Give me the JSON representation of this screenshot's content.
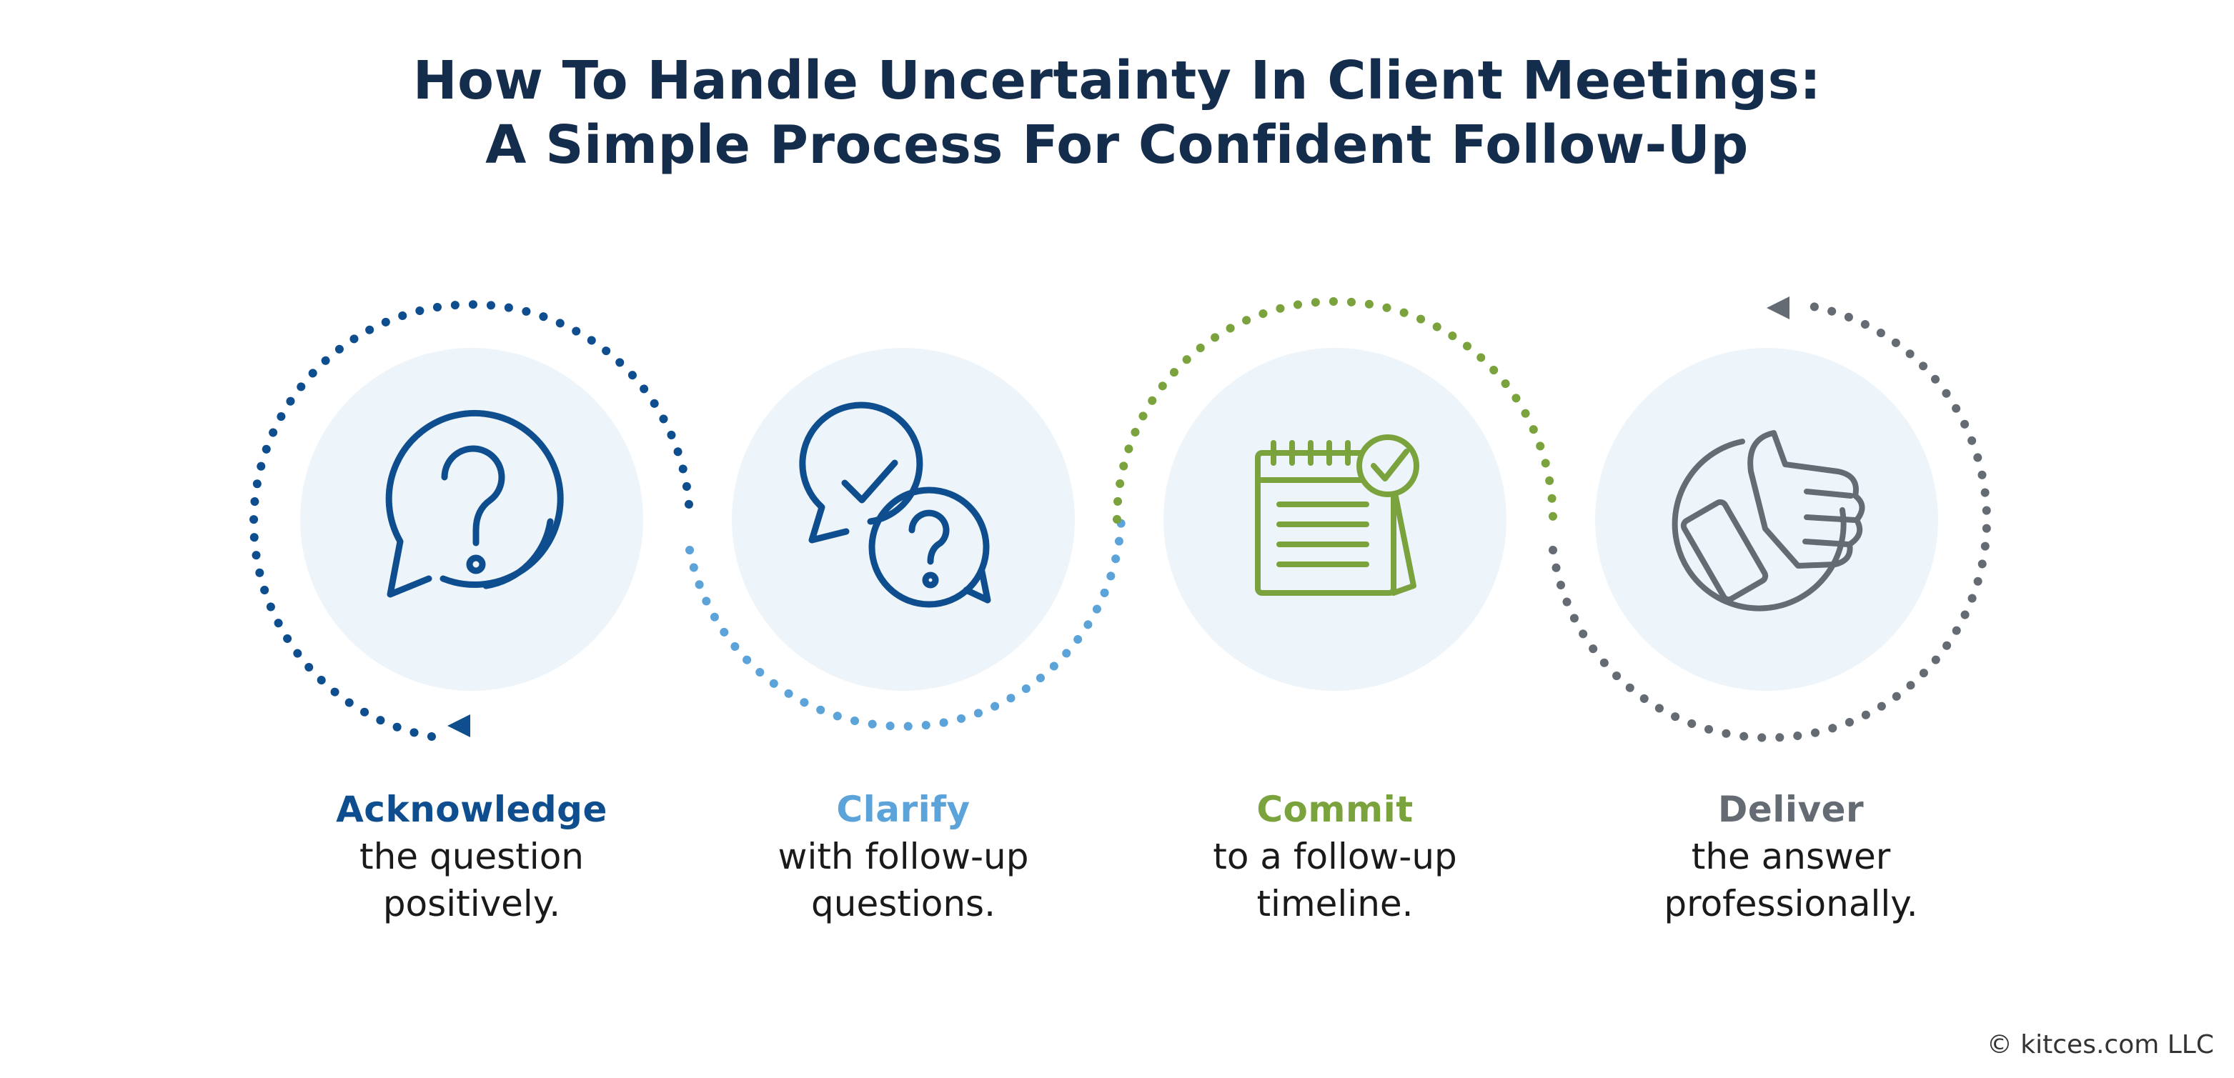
{
  "title": {
    "line1": "How To Handle Uncertainty In Client Meetings:",
    "line2": "A Simple Process For Confident Follow-Up"
  },
  "colors": {
    "title": "#142d4c",
    "circle_fill": "#edf4fa",
    "dark_blue": "#0e4e8e",
    "light_blue": "#5ba3d9",
    "green": "#7aa33d",
    "gray": "#646b73"
  },
  "steps": [
    {
      "heading": "Acknowledge",
      "line1": "the question",
      "line2": "positively.",
      "icon": "question-speech-bubble-icon",
      "color": "#0e4e8e"
    },
    {
      "heading": "Clarify",
      "line1": "with follow-up",
      "line2": "questions.",
      "icon": "checkmark-and-question-bubbles-icon",
      "color": "#5ba3d9"
    },
    {
      "heading": "Commit",
      "line1": "to a follow-up",
      "line2": "timeline.",
      "icon": "calendar-check-icon",
      "color": "#7aa33d"
    },
    {
      "heading": "Deliver",
      "line1": "the answer",
      "line2": "professionally.",
      "icon": "thumbs-up-icon",
      "color": "#646b73"
    }
  ],
  "copyright": "© kitces.com LLC"
}
